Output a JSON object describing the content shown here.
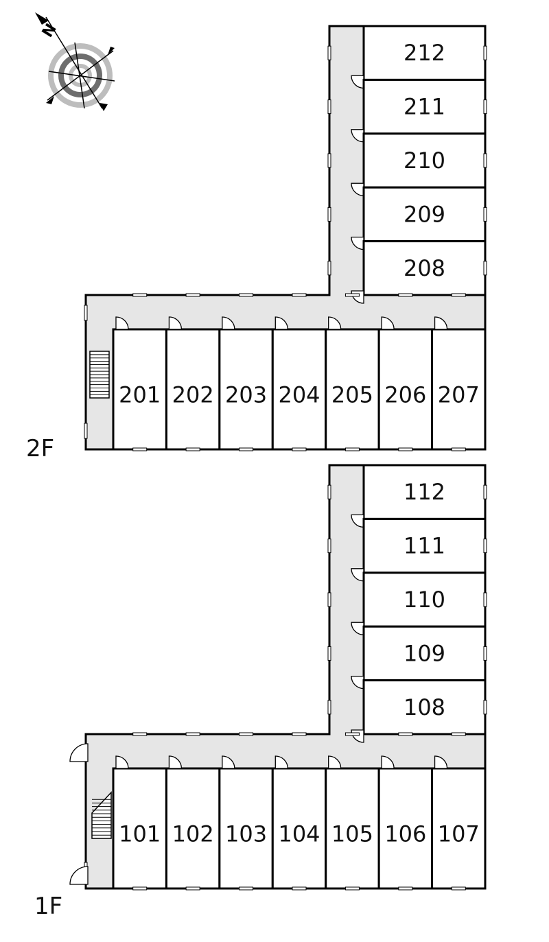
{
  "compass": {
    "icon": "compass-north-icon",
    "north_label": "N"
  },
  "floors": [
    {
      "id": "2F",
      "label": "2F",
      "horizontal_rooms": [
        "201",
        "202",
        "203",
        "204",
        "205",
        "206",
        "207"
      ],
      "vertical_rooms": [
        "212",
        "211",
        "210",
        "209",
        "208"
      ]
    },
    {
      "id": "1F",
      "label": "1F",
      "horizontal_rooms": [
        "101",
        "102",
        "103",
        "104",
        "105",
        "106",
        "107"
      ],
      "vertical_rooms": [
        "112",
        "111",
        "110",
        "109",
        "108"
      ]
    }
  ]
}
